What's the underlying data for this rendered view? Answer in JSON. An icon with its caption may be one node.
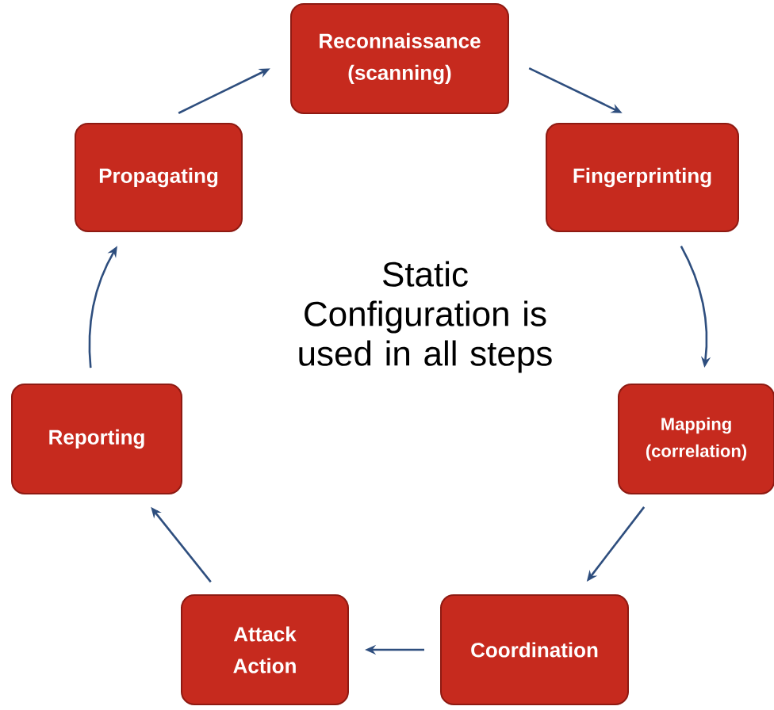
{
  "diagram": {
    "nodes": [
      {
        "text": [
          "Reconnaissance (scanning)"
        ]
      },
      {
        "text": [
          "Fingerprinting"
        ]
      },
      {
        "text": [
          "Mapping (correlation)"
        ]
      },
      {
        "text": [
          "Coordination"
        ]
      },
      {
        "text": [
          "Attack Action"
        ]
      },
      {
        "text": [
          "Reporting"
        ]
      },
      {
        "text": [
          "Propagating"
        ]
      }
    ],
    "edges": [
      {
        "from": 0,
        "to": 1,
        "arrow": "to"
      },
      {
        "from": 1,
        "to": 2,
        "arrow": "to"
      },
      {
        "from": 2,
        "to": 3,
        "arrow": "to"
      },
      {
        "from": 3,
        "to": 4,
        "arrow": "to"
      },
      {
        "from": 4,
        "to": 5,
        "arrow": "to"
      },
      {
        "from": 5,
        "to": 6,
        "arrow": "to"
      },
      {
        "from": 6,
        "to": 0,
        "arrow": "to"
      }
    ],
    "labels": [
      "Static Configuration is used in all steps"
    ]
  }
}
